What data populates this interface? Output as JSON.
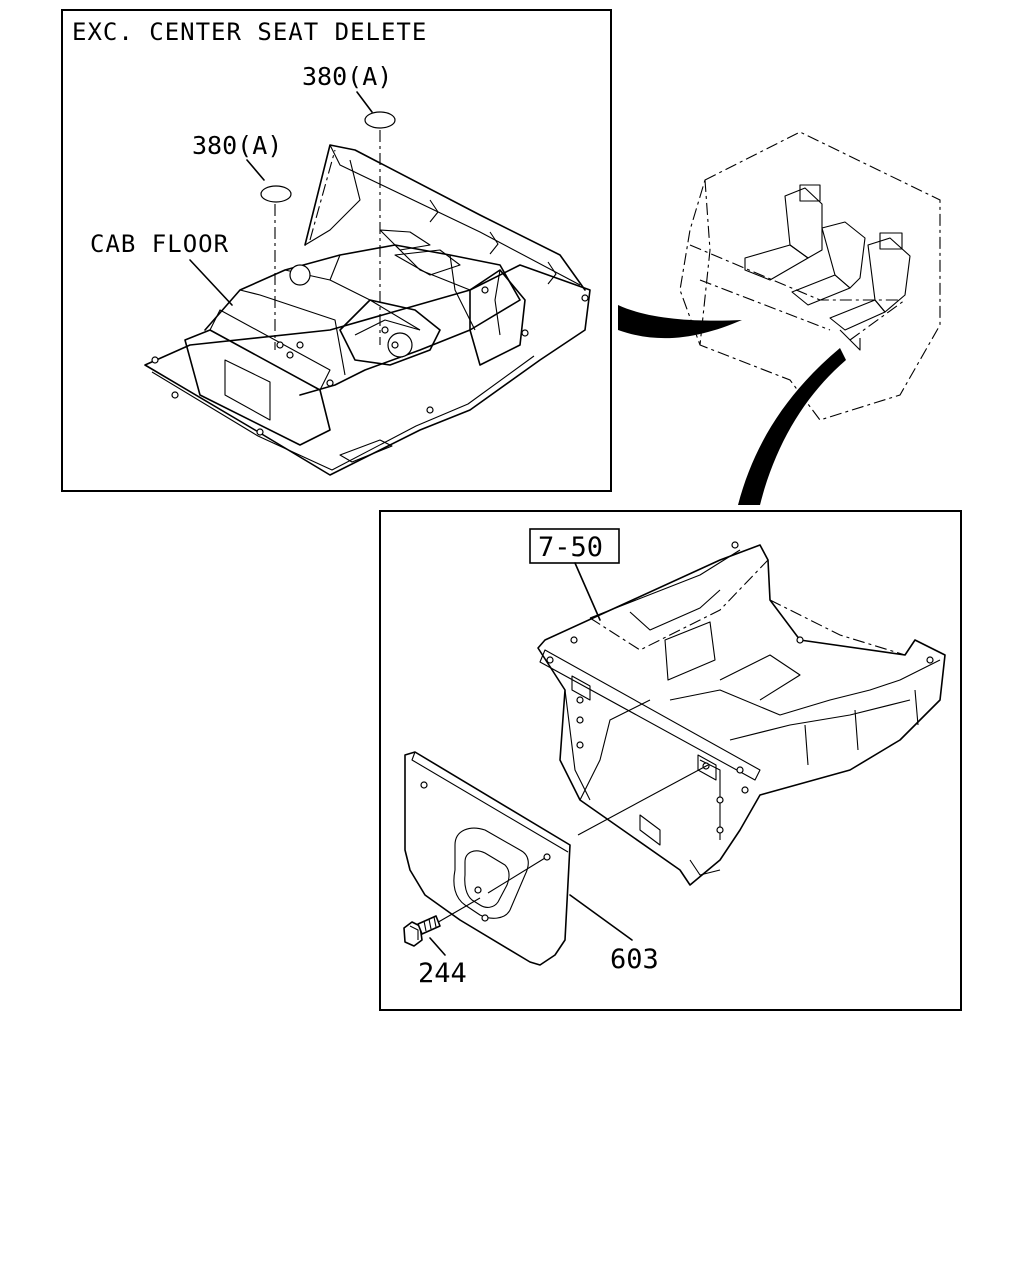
{
  "upper_panel": {
    "title": "EXC. CENTER SEAT DELETE",
    "part_label_1": "380(A)",
    "part_label_2": "380(A)",
    "cab_floor_label": "CAB FLOOR"
  },
  "lower_panel": {
    "ref_label": "7-50",
    "bracket_label": "603",
    "bolt_label": "244"
  }
}
